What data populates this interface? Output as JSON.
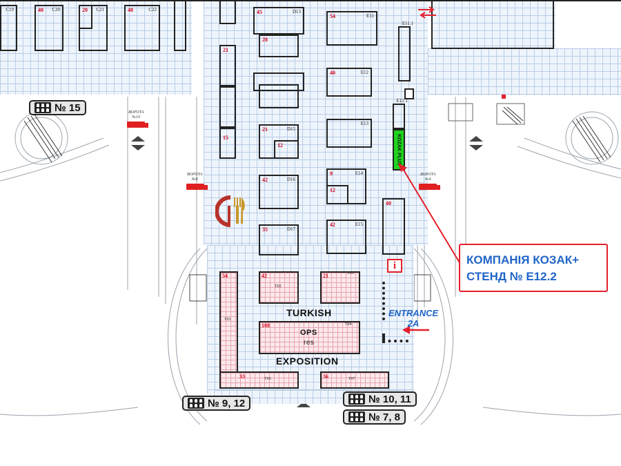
{
  "halls": {
    "hall_15": "№ 15",
    "hall_9_12": "№ 9, 12",
    "hall_10_11": "№ 10, 11",
    "hall_7_8": "№ 7, 8"
  },
  "gates": {
    "vorota_10": [
      "ВОРОТА",
      "№10"
    ],
    "vorota_8": [
      "ВОРОТА",
      "№8"
    ],
    "vorota_4": [
      "ВОРОТА",
      "№4"
    ]
  },
  "stands": [
    {
      "num": "40",
      "code": "C20"
    },
    {
      "num": "20",
      "code": "C21"
    },
    {
      "num": "48",
      "code": "C22"
    },
    {
      "num": "",
      "code": "C19"
    },
    {
      "num": "45",
      "code": "D13"
    },
    {
      "num": "28",
      "code": ""
    },
    {
      "num": "54",
      "code": "E11"
    },
    {
      "num": "",
      "code": "E11.1"
    },
    {
      "num": "40",
      "code": "E12"
    },
    {
      "num": "",
      "code": "E12.1"
    },
    {
      "num": "21",
      "code": "D15"
    },
    {
      "num": "12",
      "code": ""
    },
    {
      "num": "",
      "code": "E13"
    },
    {
      "num": "9",
      "code": "E14"
    },
    {
      "num": "12",
      "code": ""
    },
    {
      "num": "42",
      "code": "D16"
    },
    {
      "num": "40",
      "code": ""
    },
    {
      "num": "35",
      "code": "D17"
    },
    {
      "num": "42",
      "code": "E15"
    },
    {
      "num": "42",
      "code": "T02"
    },
    {
      "num": "21",
      "code": "T03"
    },
    {
      "num": "108",
      "code": "T04"
    },
    {
      "num": "54",
      "code": "T01"
    },
    {
      "num": "33",
      "code": "T06"
    },
    {
      "num": "36",
      "code": "T07"
    },
    {
      "num": "21",
      "code": ""
    },
    {
      "num": "15",
      "code": ""
    }
  ],
  "kozak_stand_label": "KOZAK PLUS",
  "expo": {
    "turkish": "TURKISH",
    "ops": "OPS",
    "res": "res",
    "exposition": "EXPOSITION"
  },
  "callout": {
    "line1": "КОМПАНІЯ КОЗАК+",
    "line2": "СТЕНД № Е12.2"
  },
  "entrance": {
    "line1": "ENTRANCE",
    "line2": "2A"
  },
  "info_symbol": "i",
  "colors": {
    "callout_border": "#e3202b",
    "callout_text": "#1f64c8",
    "kozak_stand": "#1fd41f",
    "stand_number": "#d0021b",
    "grid_line": "#b9cde6",
    "expo_grid": "#e9a3ad"
  },
  "icons": [
    "restaurant-icon",
    "people-group-icon",
    "truck-icon",
    "info-icon",
    "arrow-icon",
    "staircase-icon"
  ]
}
